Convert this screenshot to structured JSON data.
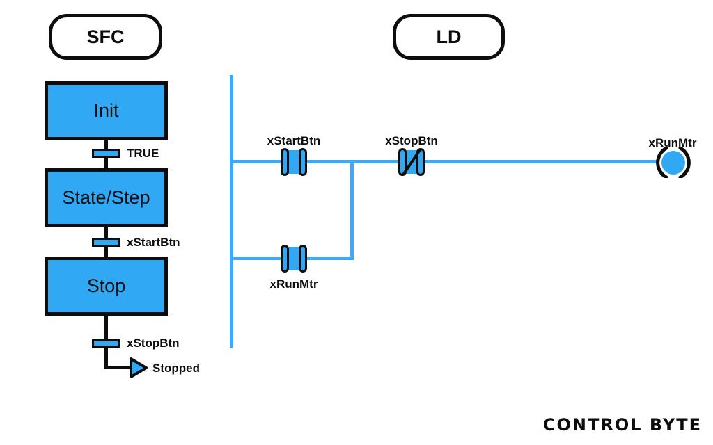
{
  "colors": {
    "fill_blue": "#30a8f4",
    "wire_blue": "#3fa9f5",
    "ink_black": "#0d0d0d",
    "background": "#ffffff"
  },
  "headers": {
    "sfc_label": "SFC",
    "ld_label": "LD"
  },
  "sfc": {
    "steps": [
      {
        "label": "Init"
      },
      {
        "label": "State/Step"
      },
      {
        "label": "Stop"
      }
    ],
    "transitions": [
      {
        "label": "TRUE"
      },
      {
        "label": "xStartBtn"
      },
      {
        "label": "xStopBtn"
      }
    ],
    "exit_label": "Stopped"
  },
  "ld": {
    "rung_contacts": [
      {
        "label": "xStartBtn",
        "type": "normally-open"
      },
      {
        "label": "xStopBtn",
        "type": "normally-closed"
      }
    ],
    "branch_contact": {
      "label": "xRunMtr",
      "type": "normally-open"
    },
    "coil": {
      "label": "xRunMtr"
    }
  },
  "footer": {
    "logo_text": "CONTROL BYTE"
  }
}
